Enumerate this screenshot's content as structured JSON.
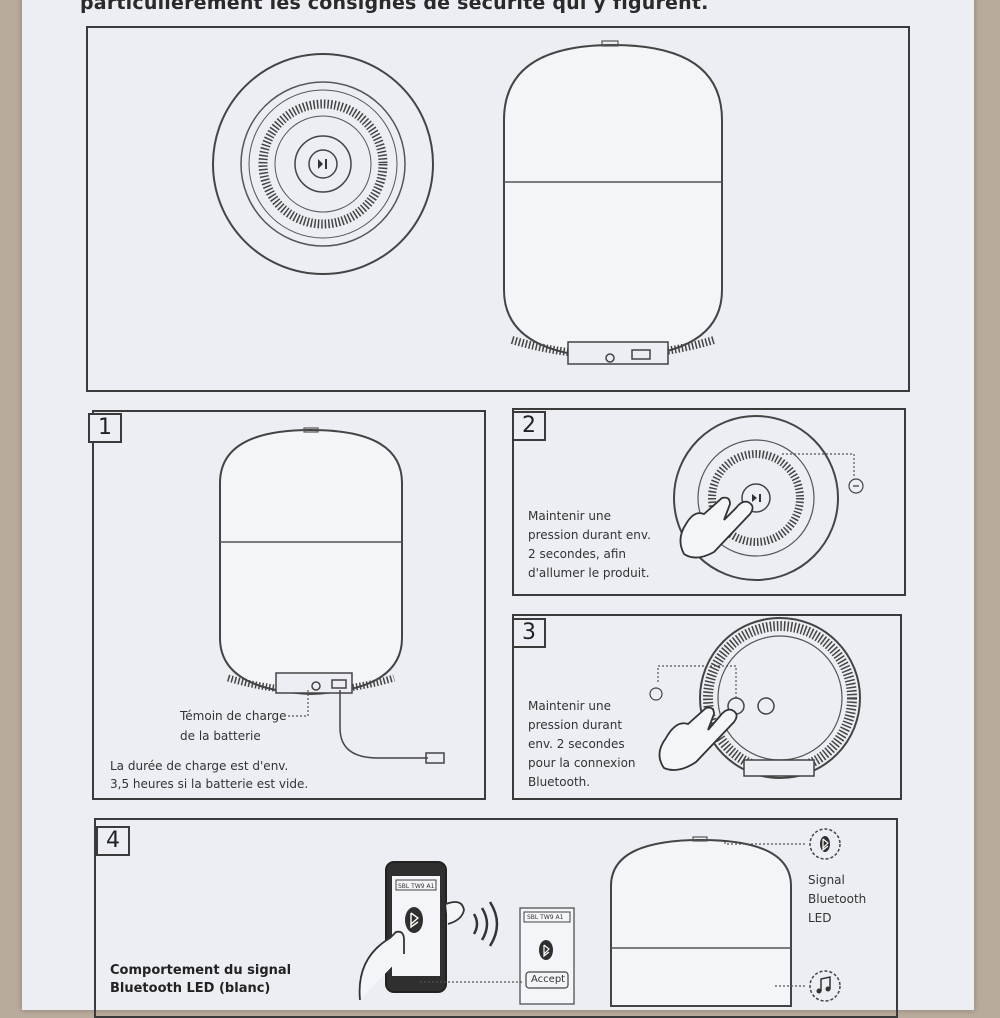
{
  "header": {
    "safety_text": "particulièrement les consignes de sécurité qui y figurent."
  },
  "panel1": {
    "step": "1",
    "battery_led_line1": "Témoin de charge",
    "battery_led_line2": "de la batterie",
    "charge_time_line1": "La durée de charge est d'env.",
    "charge_time_line2": "3,5 heures si la batterie est vide."
  },
  "panel2": {
    "step": "2",
    "instruction_line1": "Maintenir une",
    "instruction_line2": "pression durant env.",
    "instruction_line3": "2 secondes, afin",
    "instruction_line4": "d'allumer le produit."
  },
  "panel3": {
    "step": "3",
    "instruction_line1": "Maintenir une",
    "instruction_line2": "pression durant",
    "instruction_line3": "env. 2 secondes",
    "instruction_line4": "pour la connexion",
    "instruction_line5": "Bluetooth."
  },
  "panel4": {
    "step": "4",
    "phone_device_name": "SBL TW9 A1",
    "popup_device_name": "SBL TW9 A1",
    "accept_label": "Accept",
    "led_label_line1": "Signal",
    "led_label_line2": "Bluetooth",
    "led_label_line3": "LED",
    "behavior_line1": "Comportement du signal",
    "behavior_line2": "Bluetooth LED (blanc)"
  },
  "colors": {
    "paper": "#eceef3",
    "ink": "#3a3a3a",
    "background": "#b8ab9c"
  }
}
